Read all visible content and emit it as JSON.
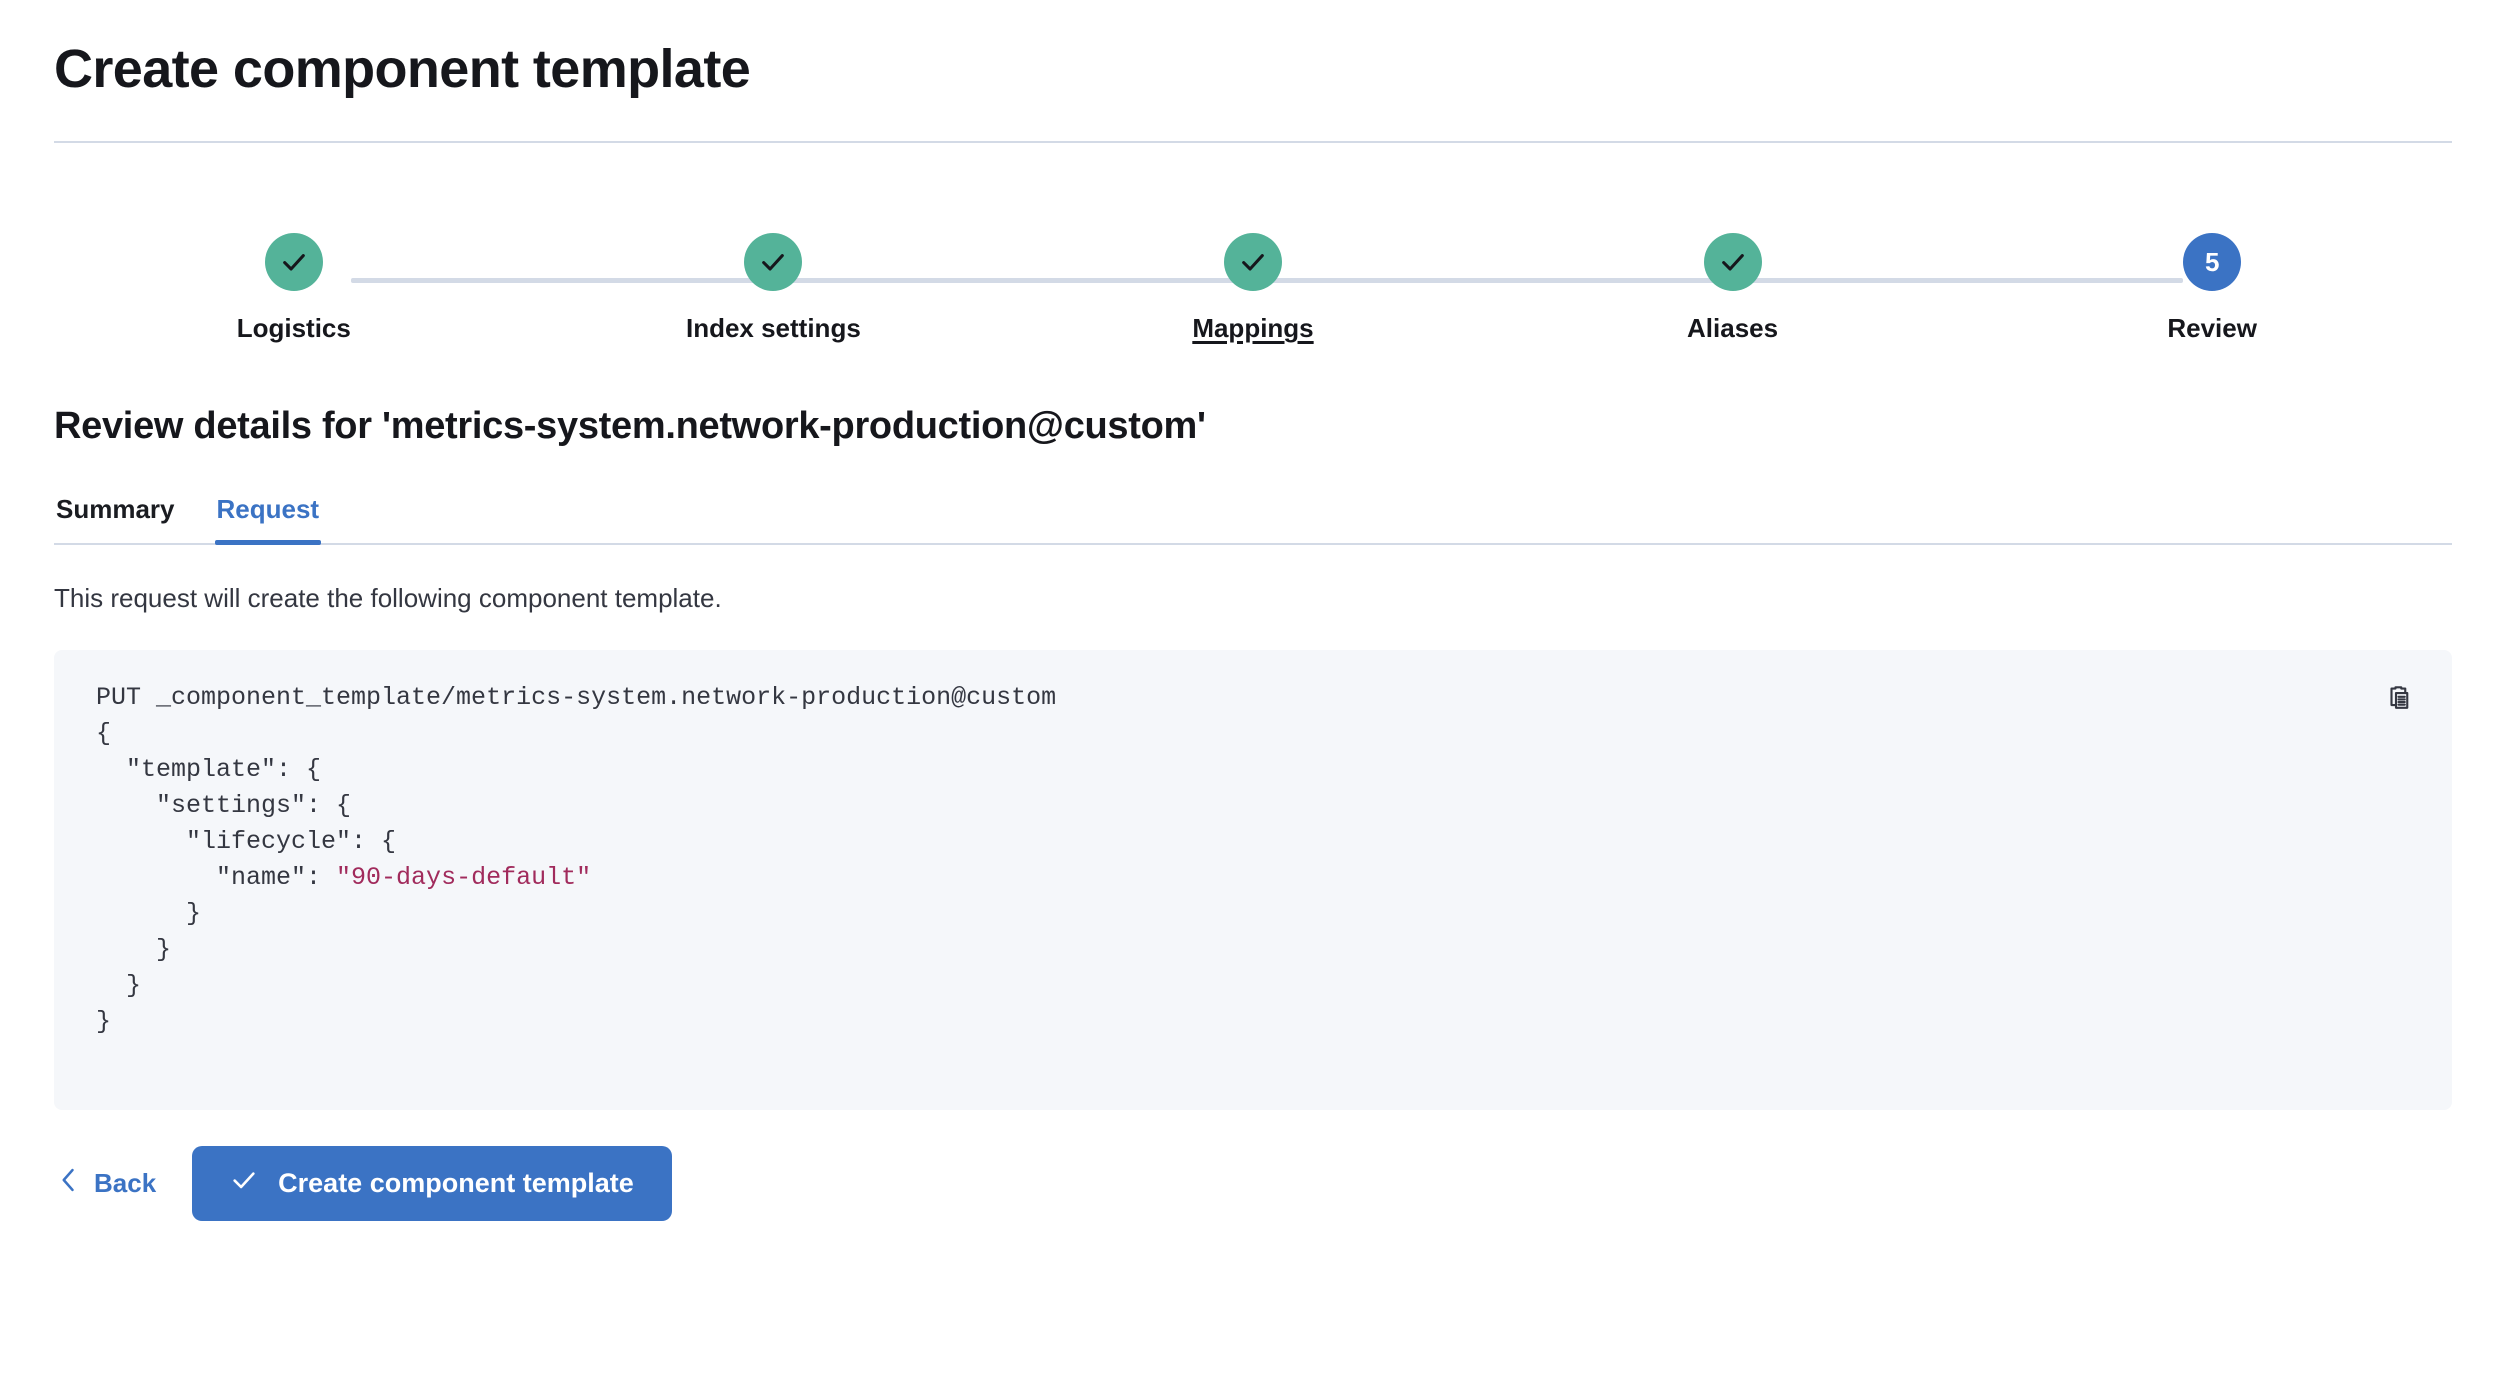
{
  "header": {
    "title": "Create component template"
  },
  "stepper": {
    "steps": [
      {
        "label": "Logistics",
        "state": "complete",
        "icon": "check-icon",
        "number": "1",
        "hovered": false
      },
      {
        "label": "Index settings",
        "state": "complete",
        "icon": "check-icon",
        "number": "2",
        "hovered": false
      },
      {
        "label": "Mappings",
        "state": "complete",
        "icon": "check-icon",
        "number": "3",
        "hovered": true
      },
      {
        "label": "Aliases",
        "state": "complete",
        "icon": "check-icon",
        "number": "4",
        "hovered": false
      },
      {
        "label": "Review",
        "state": "current",
        "icon": "",
        "number": "5",
        "hovered": false
      }
    ],
    "complete_color": "#54B399",
    "current_color": "#3B73C4",
    "track_color": "#D3DAE6"
  },
  "review": {
    "heading": "Review details for 'metrics-system.network-production@custom'",
    "tabs": [
      {
        "label": "Summary",
        "active": false
      },
      {
        "label": "Request",
        "active": true
      }
    ],
    "description": "This request will create the following component template.",
    "code": {
      "copy_icon": "copy-clipboard-icon",
      "line1": "PUT _component_template/metrics-system.network-production@custom",
      "line2": "{",
      "line3": "  \"template\": {",
      "line4": "    \"settings\": {",
      "line5": "      \"lifecycle\": {",
      "line6_key": "        \"name\": ",
      "line6_value": "\"90-days-default\"",
      "line7": "      }",
      "line8": "    }",
      "line9": "  }",
      "line10": "}"
    }
  },
  "footer": {
    "back_label": "Back",
    "back_icon": "chevron-left-icon",
    "submit_label": "Create component template",
    "submit_icon": "check-icon",
    "submit_color": "#3B73C4"
  }
}
